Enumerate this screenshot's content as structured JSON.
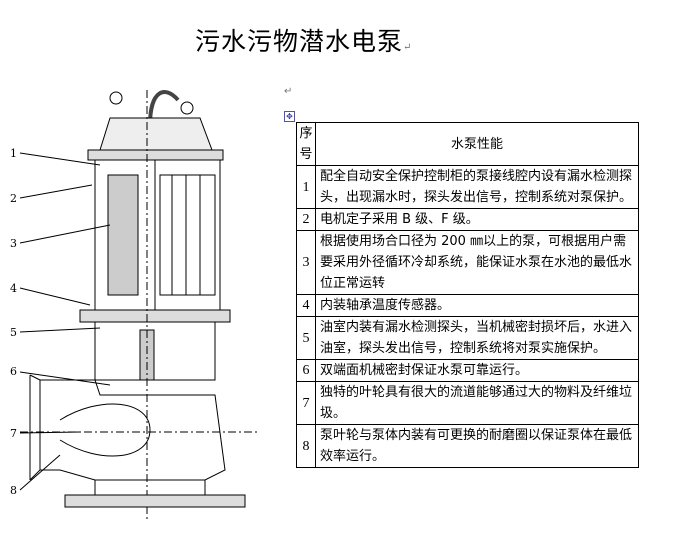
{
  "title": "污水污物潜水电泵",
  "para_mark": "↵",
  "table": {
    "header": {
      "no": "序号",
      "feature": "水泵性能"
    },
    "rows": [
      {
        "no": "1",
        "text": "配全自动安全保护控制柜的泵接线腔内设有漏水检测探头，出现漏水时，探头发出信号，控制系统对泵保护。"
      },
      {
        "no": "2",
        "text": "电机定子采用 B 级、F 级。"
      },
      {
        "no": "3",
        "text": "根据使用场合口径为 200 ㎜以上的泵，可根据用户需要采用外径循环冷却系统，能保证水泵在水池的最低水位正常运转"
      },
      {
        "no": "4",
        "text": "内装轴承温度传感器。"
      },
      {
        "no": "5",
        "text": "油室内装有漏水检测探头，当机械密封损坏后，水进入油室，探头发出信号，控制系统将对泵实施保护。"
      },
      {
        "no": "6",
        "text": "双端面机械密封保证水泵可靠运行。"
      },
      {
        "no": "7",
        "text": "独特的叶轮具有很大的流道能够通过大的物料及纤维垃圾。"
      },
      {
        "no": "8",
        "text": "泵叶轮与泵体内装有可更换的耐磨圈以保证泵体在最低效率运行。"
      }
    ]
  },
  "diagram": {
    "labels": [
      "1",
      "2",
      "3",
      "4",
      "5",
      "6",
      "7",
      "8"
    ]
  }
}
